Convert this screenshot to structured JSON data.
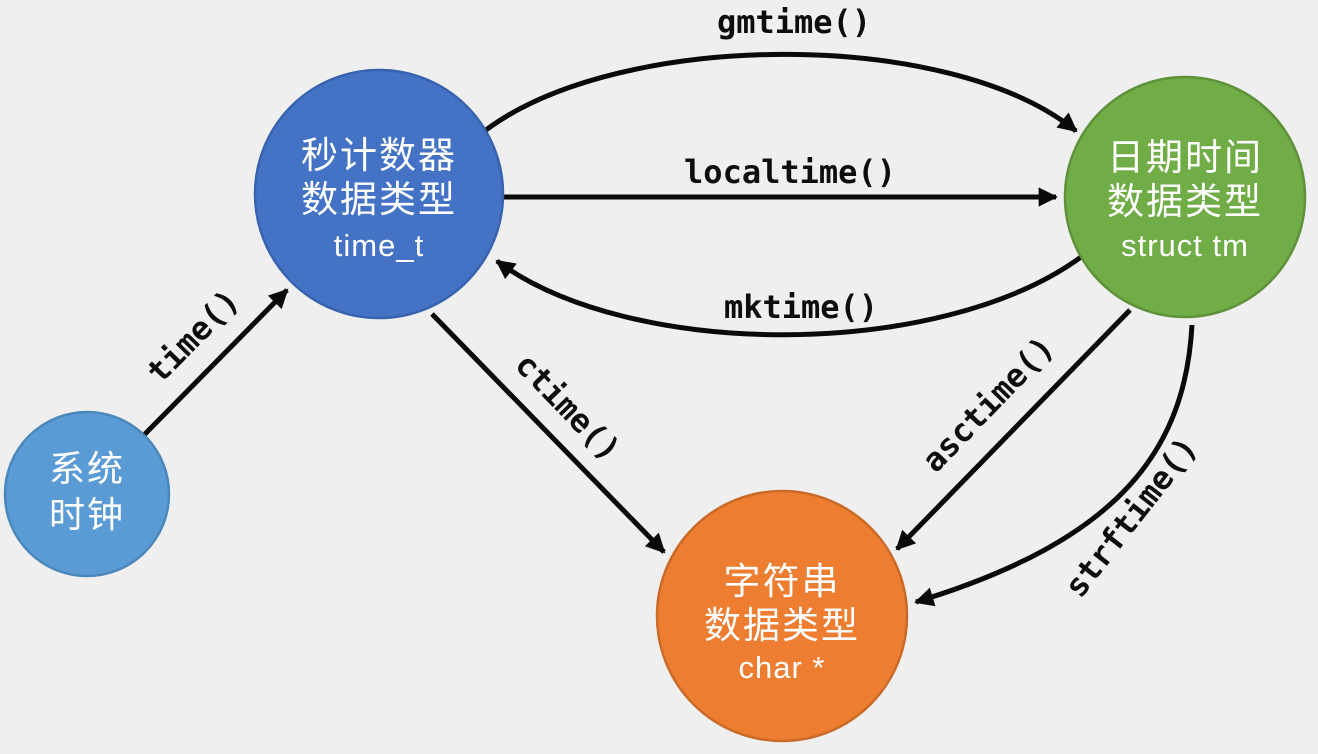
{
  "background_color": "#efefef",
  "arrow_color": "#0a0a0a",
  "nodes": [
    {
      "id": "system-clock",
      "lines": [
        "系统",
        "时钟"
      ],
      "sublabel": "",
      "fill": "#5B9BD5",
      "border": "#4a87bb"
    },
    {
      "id": "time-t",
      "lines": [
        "秒计数器",
        "数据类型"
      ],
      "sublabel": "time_t",
      "fill": "#4472C4",
      "border": "#3863ae"
    },
    {
      "id": "struct-tm",
      "lines": [
        "日期时间",
        "数据类型"
      ],
      "sublabel": "struct tm",
      "fill": "#70AD47",
      "border": "#5e9139"
    },
    {
      "id": "char-ptr",
      "lines": [
        "字符串",
        "数据类型"
      ],
      "sublabel": "char *",
      "fill": "#ED7D31",
      "border": "#c96a28"
    }
  ],
  "edges": [
    {
      "id": "time",
      "label": "time()",
      "from": "system-clock",
      "to": "time-t"
    },
    {
      "id": "gmtime",
      "label": "gmtime()",
      "from": "time-t",
      "to": "struct-tm"
    },
    {
      "id": "localtime",
      "label": "localtime()",
      "from": "time-t",
      "to": "struct-tm"
    },
    {
      "id": "mktime",
      "label": "mktime()",
      "from": "struct-tm",
      "to": "time-t"
    },
    {
      "id": "ctime",
      "label": "ctime()",
      "from": "time-t",
      "to": "char-ptr"
    },
    {
      "id": "asctime",
      "label": "asctime()",
      "from": "struct-tm",
      "to": "char-ptr"
    },
    {
      "id": "strftime",
      "label": "strftime()",
      "from": "struct-tm",
      "to": "char-ptr"
    }
  ]
}
